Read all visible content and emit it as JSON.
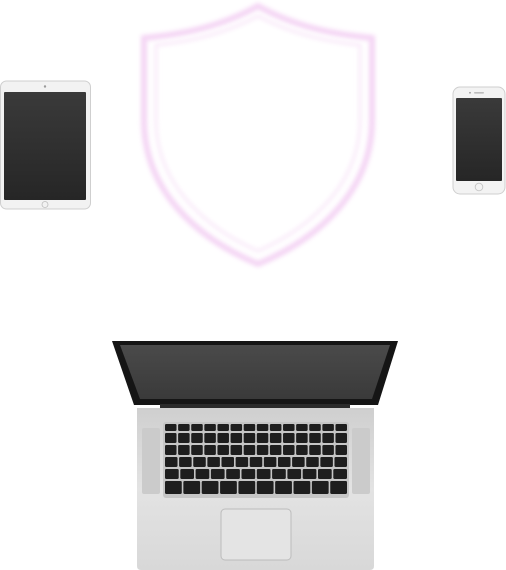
{
  "illustration": {
    "shield_icon": "shield-icon",
    "devices": [
      "tablet",
      "smartphone",
      "laptop"
    ]
  },
  "colors": {
    "background": "#ffffff",
    "shield_glow": "#f4d8f4",
    "device_frame": "#e6e6e6",
    "device_screen": "#2b2b2b",
    "laptop_body": "#d9d9d9",
    "laptop_bezel": "#1a1a1a",
    "keyboard_key": "#1e1e1e"
  }
}
